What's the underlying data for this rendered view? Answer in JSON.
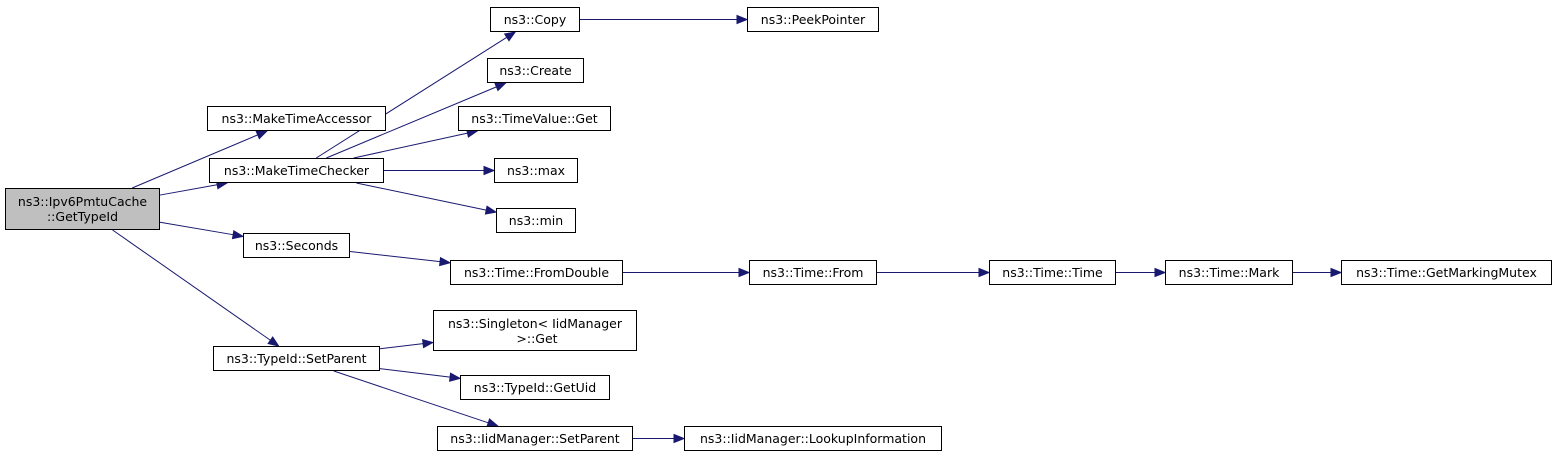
{
  "graph": {
    "edge_color": "#191970",
    "root_fill": "#bfbfbf",
    "nodes": [
      {
        "id": "root",
        "label": "ns3::Ipv6PmtuCache\n::GetTypeId",
        "root": true
      },
      {
        "id": "mta",
        "label": "ns3::MakeTimeAccessor"
      },
      {
        "id": "mtc",
        "label": "ns3::MakeTimeChecker"
      },
      {
        "id": "seconds",
        "label": "ns3::Seconds"
      },
      {
        "id": "setparent",
        "label": "ns3::TypeId::SetParent"
      },
      {
        "id": "copy",
        "label": "ns3::Copy"
      },
      {
        "id": "peek",
        "label": "ns3::PeekPointer"
      },
      {
        "id": "create",
        "label": "ns3::Create"
      },
      {
        "id": "tvget",
        "label": "ns3::TimeValue::Get"
      },
      {
        "id": "max",
        "label": "ns3::max"
      },
      {
        "id": "min",
        "label": "ns3::min"
      },
      {
        "id": "fromdouble",
        "label": "ns3::Time::FromDouble"
      },
      {
        "id": "from",
        "label": "ns3::Time::From"
      },
      {
        "id": "time",
        "label": "ns3::Time::Time"
      },
      {
        "id": "mark",
        "label": "ns3::Time::Mark"
      },
      {
        "id": "mutex",
        "label": "ns3::Time::GetMarkingMutex"
      },
      {
        "id": "singleton",
        "label": "ns3::Singleton< IidManager\n >::Get"
      },
      {
        "id": "getuid",
        "label": "ns3::TypeId::GetUid"
      },
      {
        "id": "iidsetparent",
        "label": "ns3::IidManager::SetParent"
      },
      {
        "id": "lookup",
        "label": "ns3::IidManager::LookupInformation"
      }
    ],
    "edges": [
      [
        "root",
        "mta"
      ],
      [
        "root",
        "mtc"
      ],
      [
        "root",
        "seconds"
      ],
      [
        "root",
        "setparent"
      ],
      [
        "mtc",
        "copy"
      ],
      [
        "mtc",
        "create"
      ],
      [
        "mtc",
        "tvget"
      ],
      [
        "mtc",
        "max"
      ],
      [
        "mtc",
        "min"
      ],
      [
        "copy",
        "peek"
      ],
      [
        "seconds",
        "fromdouble"
      ],
      [
        "fromdouble",
        "from"
      ],
      [
        "from",
        "time"
      ],
      [
        "time",
        "mark"
      ],
      [
        "mark",
        "mutex"
      ],
      [
        "setparent",
        "singleton"
      ],
      [
        "setparent",
        "getuid"
      ],
      [
        "setparent",
        "iidsetparent"
      ],
      [
        "iidsetparent",
        "lookup"
      ]
    ]
  }
}
